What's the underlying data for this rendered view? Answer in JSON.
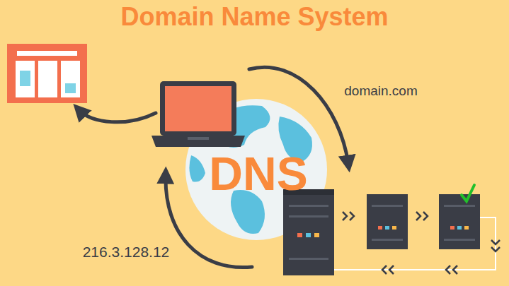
{
  "diagram": {
    "title": "Domain Name System",
    "labels": [
      "domain.com",
      "DNS",
      "216.3.128.12"
    ]
  }
}
